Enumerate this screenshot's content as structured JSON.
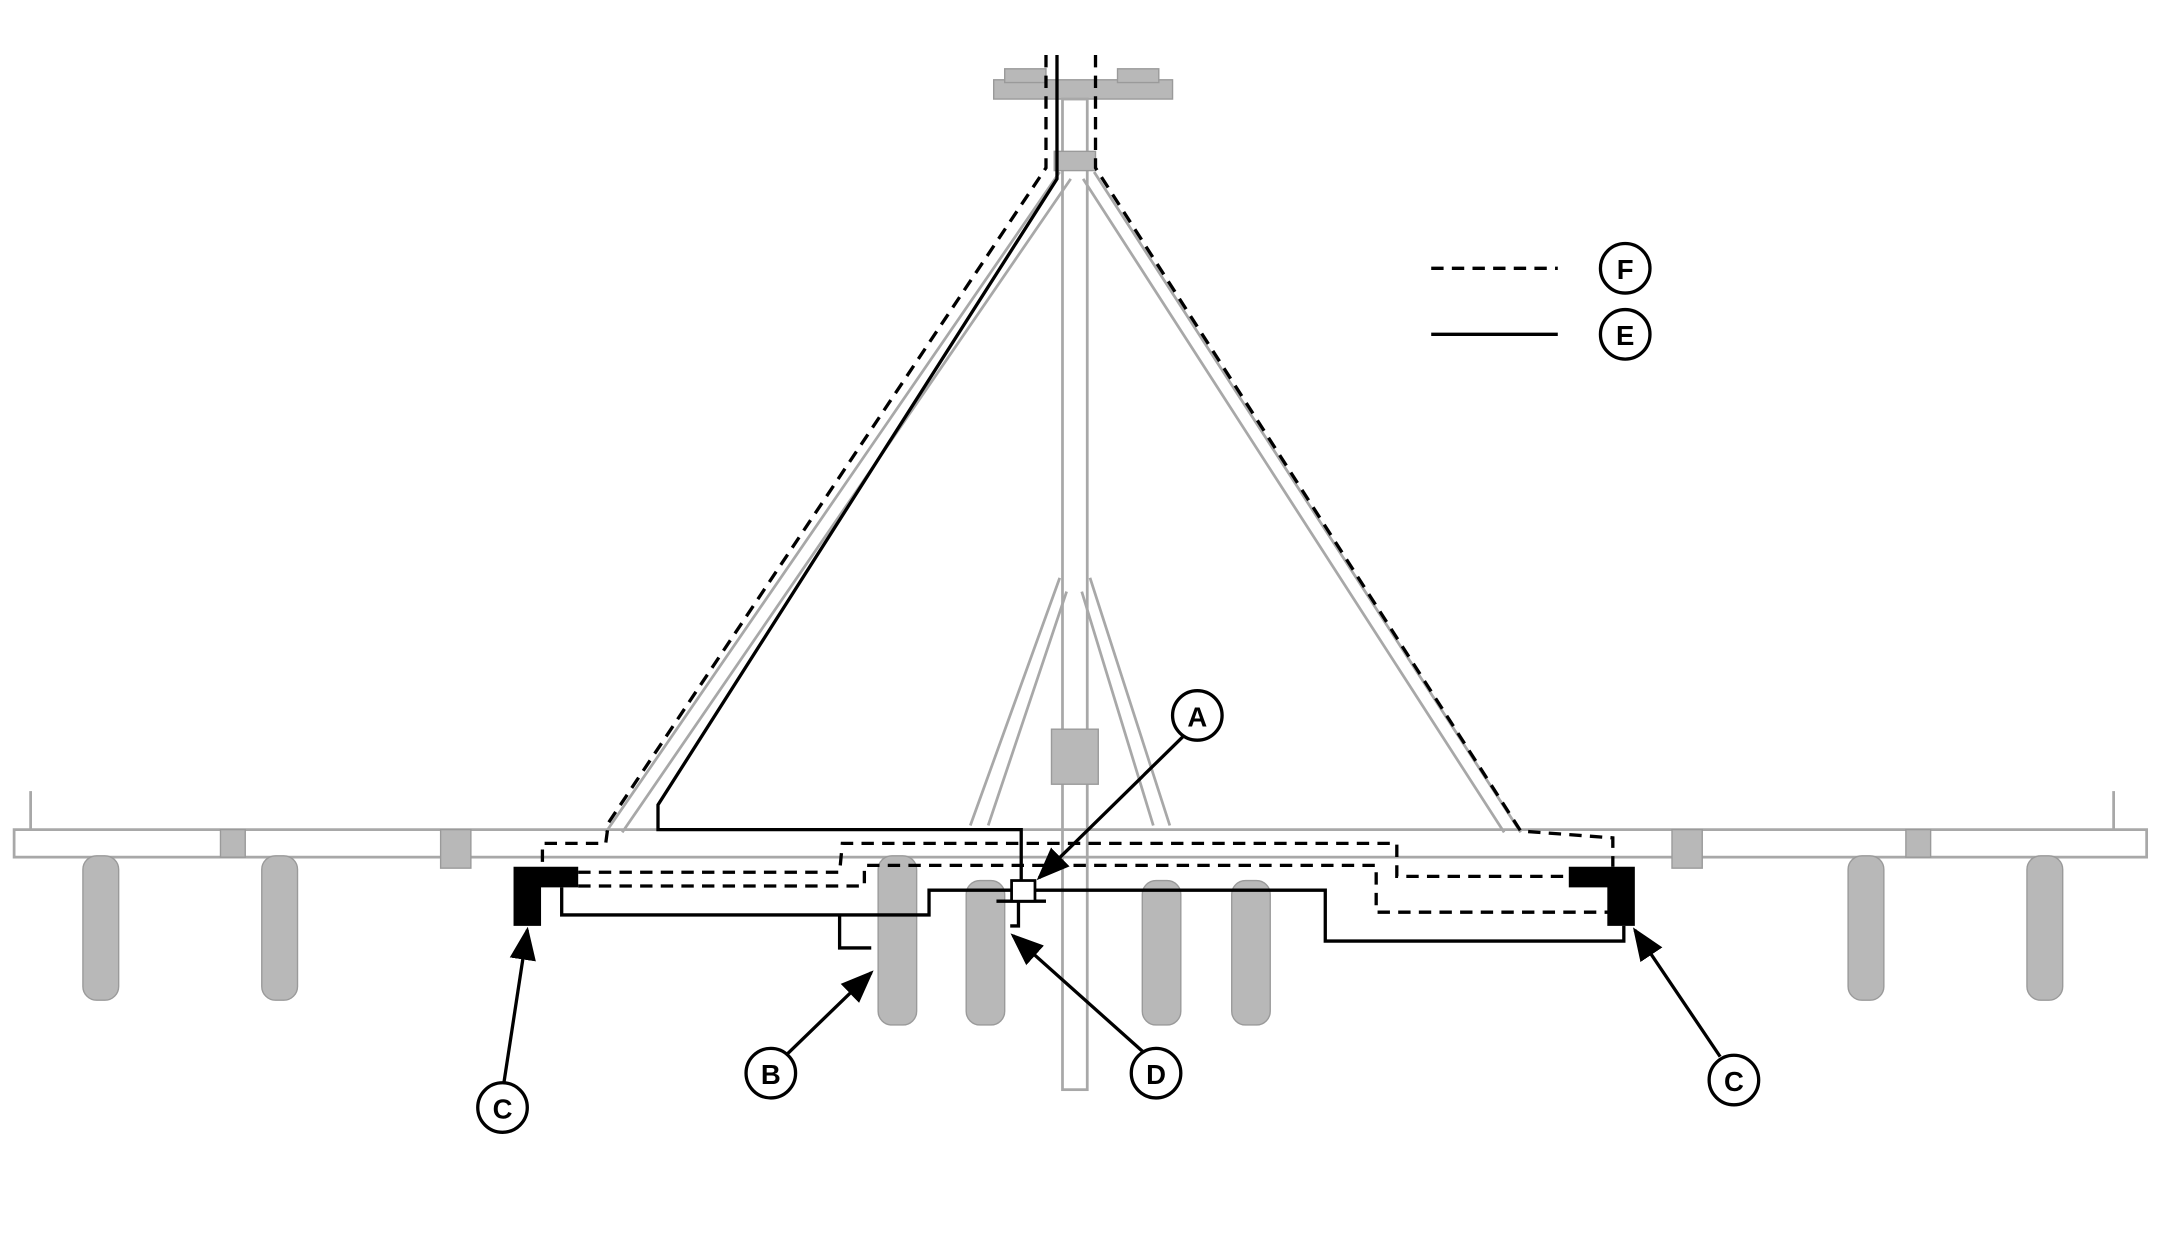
{
  "callouts": [
    {
      "id": "A",
      "label": "A"
    },
    {
      "id": "B",
      "label": "B"
    },
    {
      "id": "C-left",
      "label": "C"
    },
    {
      "id": "D",
      "label": "D"
    },
    {
      "id": "C-right",
      "label": "C"
    }
  ],
  "legend": [
    {
      "line_style": "dashed",
      "label": "F"
    },
    {
      "line_style": "solid",
      "label": "E"
    }
  ],
  "colors": {
    "line": "#000000",
    "machine": "#a8a8a8"
  }
}
